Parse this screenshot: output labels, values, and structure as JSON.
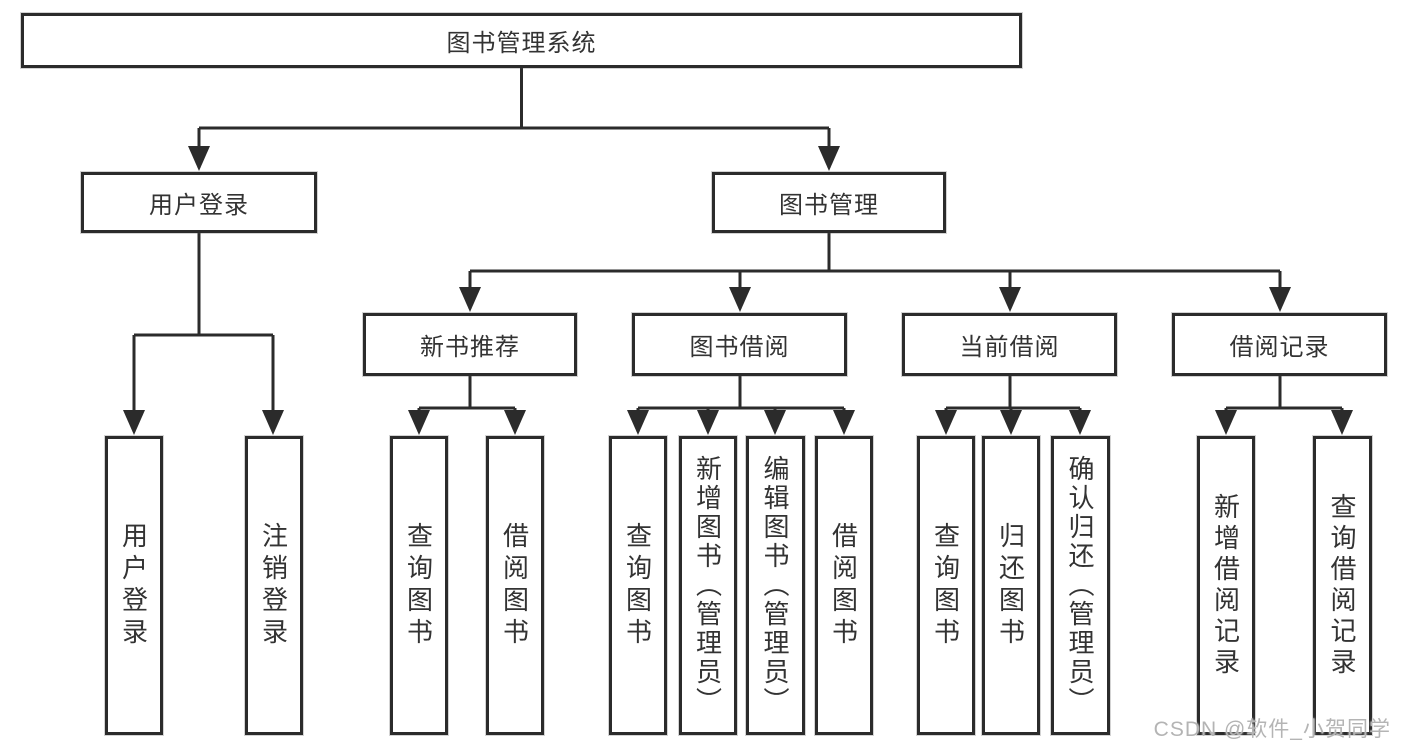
{
  "tree": {
    "root": {
      "label": "图书管理系统",
      "children": [
        {
          "label": "用户登录",
          "children": [
            {
              "label": "用户登录"
            },
            {
              "label": "注销登录"
            }
          ]
        },
        {
          "label": "图书管理",
          "children": [
            {
              "label": "新书推荐",
              "children": [
                {
                  "label": "查询图书"
                },
                {
                  "label": "借阅图书"
                }
              ]
            },
            {
              "label": "图书借阅",
              "children": [
                {
                  "label": "查询图书"
                },
                {
                  "label": "新增图书（管理员）"
                },
                {
                  "label": "编辑图书（管理员）"
                },
                {
                  "label": "借阅图书"
                }
              ]
            },
            {
              "label": "当前借阅",
              "children": [
                {
                  "label": "查询图书"
                },
                {
                  "label": "归还图书"
                },
                {
                  "label": "确认归还（管理员）"
                }
              ]
            },
            {
              "label": "借阅记录",
              "children": [
                {
                  "label": "新增借阅记录"
                },
                {
                  "label": "查询借阅记录"
                }
              ]
            }
          ]
        }
      ]
    }
  },
  "colors": {
    "line": "#2b2b2b",
    "text": "#333333",
    "watermark_text": "#b4b4b4",
    "background": "#ffffff"
  },
  "watermark": "CSDN @软件_小贺同学"
}
